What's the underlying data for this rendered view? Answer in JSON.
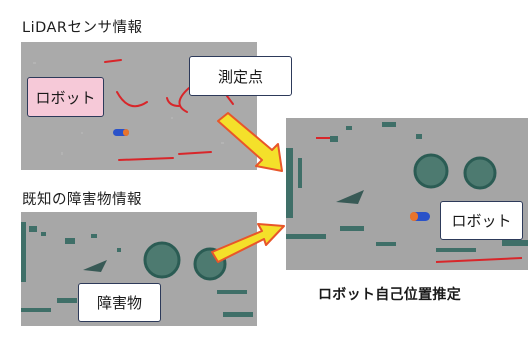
{
  "panels": {
    "lidar": {
      "heading": "LiDARセンサ情報",
      "callout_measured_point": "測定点",
      "callout_robot": "ロボット"
    },
    "known_map": {
      "heading": "既知の障害物情報",
      "callout_obstacle": "障害物"
    },
    "estimation": {
      "callout_robot": "ロボット",
      "caption": "ロボット自己位置推定"
    }
  },
  "colors": {
    "panel_gray": "#a9a9a9",
    "lidar_red": "#d8262a",
    "obstacle_teal": "#2f7f77",
    "robot_blue": "#2a52c9",
    "robot_orange": "#e8742b",
    "arrow_fill": "#f4e02a",
    "arrow_outline": "#e8562a",
    "callout_pink": "#f6c9d8"
  }
}
